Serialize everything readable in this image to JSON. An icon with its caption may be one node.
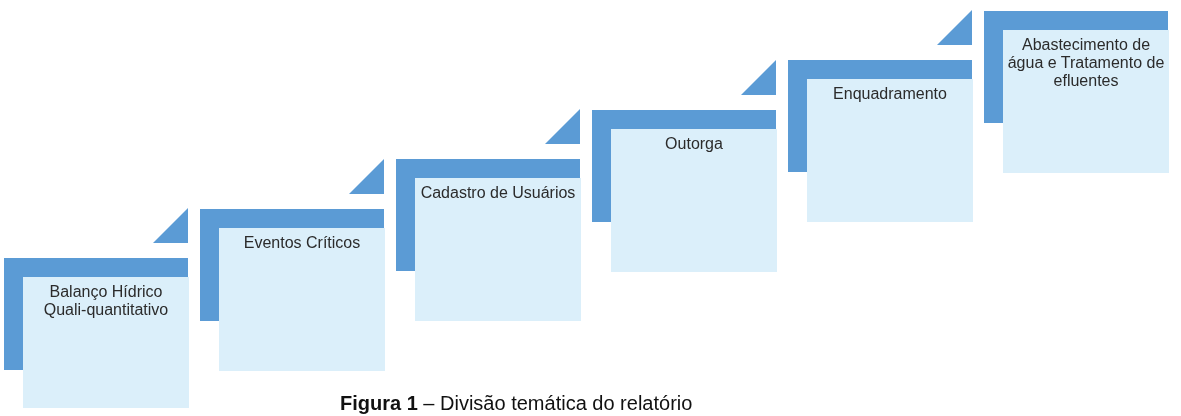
{
  "diagram": {
    "caption": "**Figura 1** – Divisão temática do relatório",
    "nodes": [
      {
        "text": [
          "Balanço Hídrico Quali-quantitativo"
        ]
      },
      {
        "text": [
          "Eventos Críticos"
        ]
      },
      {
        "text": [
          "Cadastro de Usuários"
        ]
      },
      {
        "text": [
          "Outorga"
        ]
      },
      {
        "text": [
          "Enquadramento"
        ]
      },
      {
        "text": [
          "Abastecimento de água e Tratamento de efluentes"
        ]
      }
    ]
  }
}
